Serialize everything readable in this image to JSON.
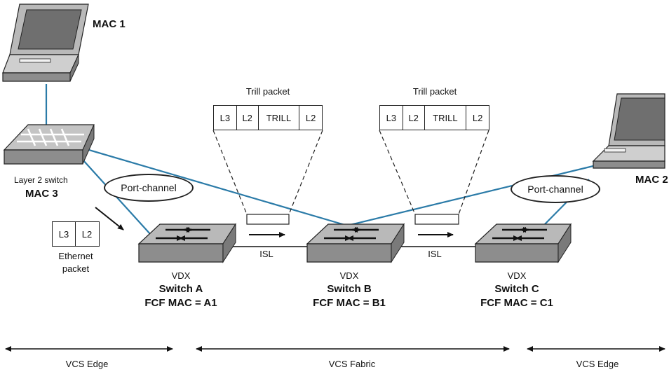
{
  "hosts": {
    "mac1": "MAC 1",
    "mac2": "MAC 2",
    "mac3": "MAC 3",
    "layer2_switch": "Layer 2 switch"
  },
  "port_channel_label": "Port-channel",
  "trill_packet": {
    "title": "Trill packet",
    "cells": [
      "L3",
      "L2",
      "TRILL",
      "L2"
    ]
  },
  "ethernet_packet": {
    "cells": [
      "L3",
      "L2"
    ],
    "label_line1": "Ethernet",
    "label_line2": "packet"
  },
  "isl_label": "ISL",
  "switches": [
    {
      "type": "VDX",
      "name": "Switch A",
      "fcf": "FCF MAC = A1"
    },
    {
      "type": "VDX",
      "name": "Switch B",
      "fcf": "FCF MAC = B1"
    },
    {
      "type": "VDX",
      "name": "Switch C",
      "fcf": "FCF MAC = C1"
    }
  ],
  "ranges": {
    "edge_left": "VCS Edge",
    "fabric": "VCS Fabric",
    "edge_right": "VCS Edge"
  },
  "colors": {
    "link": "#2b7ba8",
    "device_top": "#b9b9b9",
    "device_side": "#8d8d8d",
    "screen": "#6f6f6f"
  }
}
